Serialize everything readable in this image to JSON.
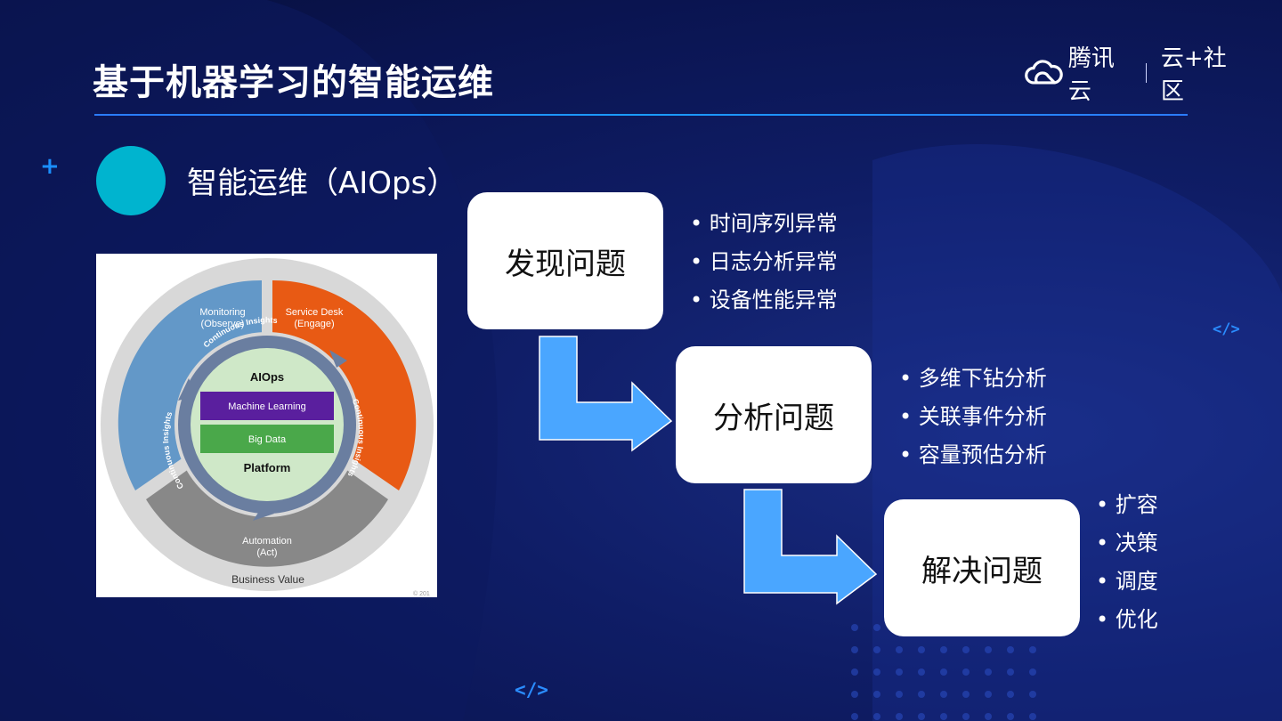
{
  "title": "基于机器学习的智能运维",
  "logo": {
    "brand": "腾讯云",
    "community": "云+社区"
  },
  "section": {
    "plus": "+",
    "label": "智能运维（AIOps）"
  },
  "code_tags": [
    "</>",
    "</>"
  ],
  "diagram": {
    "quadrant_labels": {
      "monitoring": [
        "Monitoring",
        "(Observe)"
      ],
      "service_desk": [
        "Service Desk",
        "(Engage)"
      ],
      "automation": [
        "Automation",
        "(Act)"
      ]
    },
    "ring_text": "Continuous Insights",
    "center": {
      "title": "AIOps",
      "layer1": "Machine Learning",
      "layer2": "Big Data",
      "footer": "Platform"
    },
    "outer_label": "Business Value",
    "copyright": "© 201"
  },
  "steps": [
    {
      "label": "发现问题",
      "bullets": [
        "时间序列异常",
        "日志分析异常",
        "设备性能异常"
      ]
    },
    {
      "label": "分析问题",
      "bullets": [
        "多维下钻分析",
        "关联事件分析",
        "容量预估分析"
      ]
    },
    {
      "label": "解决问题",
      "bullets": [
        "扩容",
        "决策",
        "调度",
        "优化"
      ]
    }
  ],
  "colors": {
    "accent": "#1a8fff",
    "cyan": "#00b4cf",
    "arrow": "#4aa6ff",
    "monitoring": "#6398c8",
    "service_desk": "#e85a14",
    "automation": "#888888",
    "ml": "#5a1f9e",
    "big_data": "#4aa84a"
  }
}
